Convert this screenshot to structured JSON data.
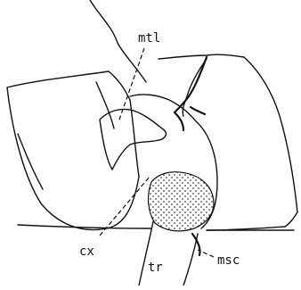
{
  "figure": {
    "labels": {
      "mtl": "mtl",
      "cx": "cx",
      "tr": "tr",
      "msc": "msc"
    }
  }
}
